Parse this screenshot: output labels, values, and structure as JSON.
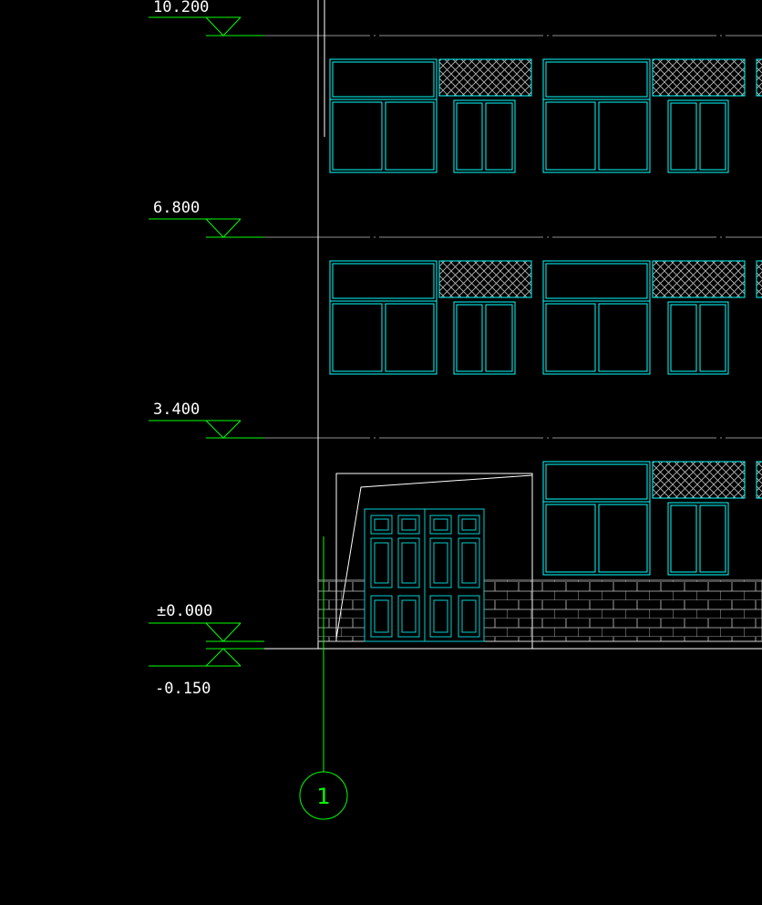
{
  "colors": {
    "background": "#000000",
    "outline": "#ffffff",
    "windows": "#00ffff",
    "dimension": "#00ff00",
    "hatch": "#c8c8c8",
    "door": "#00d0d0"
  },
  "levels": [
    {
      "label": "10.200",
      "elevation": 10.2
    },
    {
      "label": "6.800",
      "elevation": 6.8
    },
    {
      "label": "3.400",
      "elevation": 3.4
    },
    {
      "label": "±0.000",
      "elevation": 0.0
    },
    {
      "label": "-0.150",
      "elevation": -0.15
    }
  ],
  "grid_axis": {
    "label": "1"
  },
  "elements": {
    "window_types": [
      "fixed-upper-casement",
      "double-casement",
      "louver-panel"
    ],
    "door": "double-panel-door",
    "base": "brick-plinth"
  }
}
